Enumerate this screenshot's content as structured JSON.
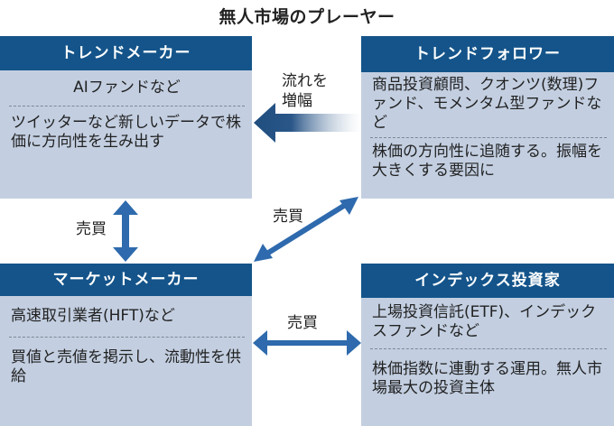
{
  "title": "無人市場のプレーヤー",
  "boxes": {
    "trend_maker": {
      "header": "トレンドメーカー",
      "examples": "AIファンドなど",
      "description": "ツイッターなど新しいデータで株価に方向性を生み出す"
    },
    "trend_follower": {
      "header": "トレンドフォロワー",
      "examples": "商品投資顧問、クオンツ(数理)ファンド、モメンタム型ファンドなど",
      "description": "株価の方向性に追随する。振幅を大きくする要因に"
    },
    "market_maker": {
      "header": "マーケットメーカー",
      "examples": "高速取引業者(HFT)など",
      "description": "買値と売値を掲示し、流動性を供給"
    },
    "index_investor": {
      "header": "インデックス投資家",
      "examples": "上場投資信託(ETF)、インデックスファンドなど",
      "description": "株価指数に連動する運用。無人市場最大の投資主体"
    }
  },
  "arrows": {
    "amplify_label_line1": "流れを",
    "amplify_label_line2": "増幅",
    "trade_vertical_label": "売買",
    "trade_diagonal_label": "売買",
    "trade_horizontal_label": "売買"
  },
  "colors": {
    "header": "#14548a",
    "body": "#c3cfe1",
    "arrow": "#2e6aad",
    "amplify_arrow": "#1f4e7f"
  }
}
